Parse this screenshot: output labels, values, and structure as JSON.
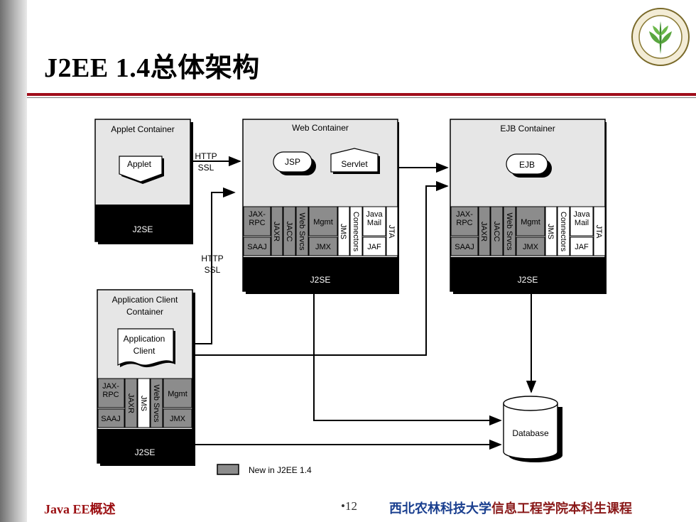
{
  "slide": {
    "title": "J2EE 1.4总体架构",
    "footer_left": "Java EE概述",
    "page_number": "•12",
    "footer_university": "西北农林科技大学",
    "footer_course": "信息工程学院本科生课程",
    "colors": {
      "accent_red": "#a00d1a",
      "new_gray": "#8c8c8c",
      "j2se_black": "#000000",
      "container_fill": "#e6e6e6"
    }
  },
  "diagram": {
    "applet_container": {
      "title": "Applet Container",
      "component": "Applet",
      "platform": "J2SE"
    },
    "web_container": {
      "title": "Web Container",
      "components": [
        "JSP",
        "Servlet"
      ],
      "apis": {
        "jax_rpc": "JAX-\nRPC",
        "saaj": "SAAJ",
        "jaxr": "JAXR",
        "jacc": "JACC",
        "web_srvcs": "Web Srvcs",
        "mgmt": "Mgmt",
        "jmx": "JMX",
        "jms": "JMS",
        "connectors": "Connectors",
        "java_mail": "Java\nMail",
        "jaf": "JAF",
        "jta": "JTA"
      },
      "platform": "J2SE"
    },
    "ejb_container": {
      "title": "EJB Container",
      "component": "EJB",
      "apis": {
        "jax_rpc": "JAX-\nRPC",
        "saaj": "SAAJ",
        "jaxr": "JAXR",
        "jacc": "JACC",
        "web_srvcs": "Web Srvcs",
        "mgmt": "Mgmt",
        "jmx": "JMX",
        "jms": "JMS",
        "connectors": "Connectors",
        "java_mail": "Java\nMail",
        "jaf": "JAF",
        "jta": "JTA"
      },
      "platform": "J2SE"
    },
    "app_client_container": {
      "title_line1": "Application Client",
      "title_line2": "Container",
      "component_line1": "Application",
      "component_line2": "Client",
      "apis": {
        "jax_rpc": "JAX-\nRPC",
        "saaj": "SAAJ",
        "jaxr": "JAXR",
        "jms": "JMS",
        "web_srvcs": "Web Srvcs",
        "mgmt": "Mgmt",
        "jmx": "JMX"
      },
      "platform": "J2SE"
    },
    "connections": {
      "http1": "HTTP",
      "ssl1": "SSL",
      "http2": "HTTP",
      "ssl2": "SSL"
    },
    "database": "Database",
    "legend": "New in J2EE 1.4"
  }
}
